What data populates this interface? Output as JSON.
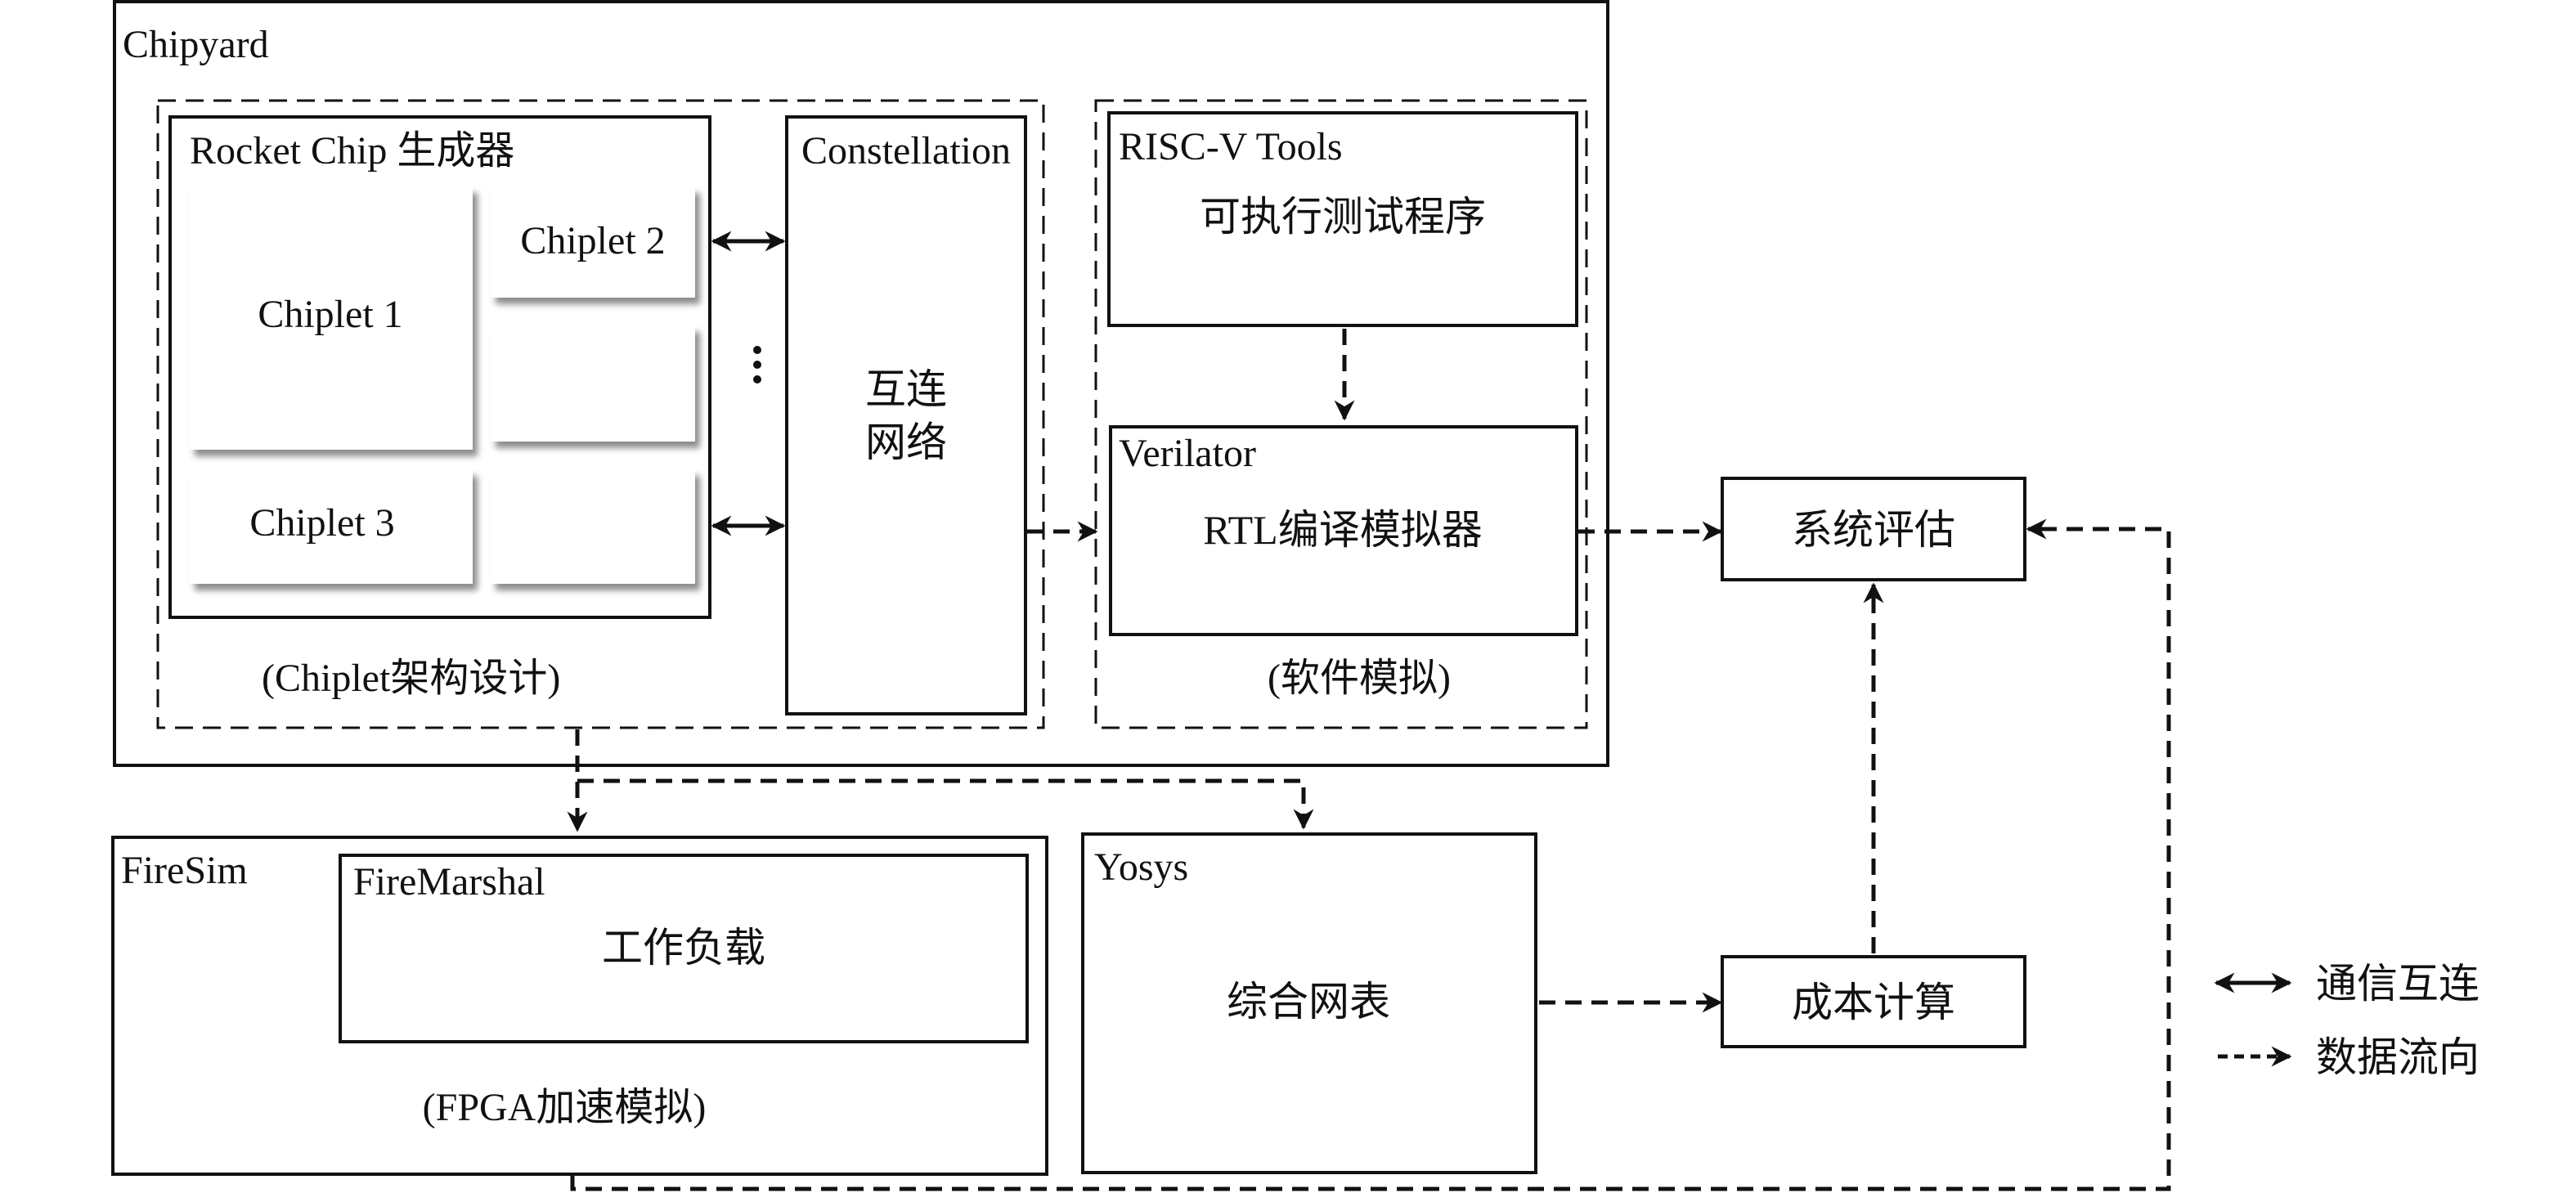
{
  "diagram": {
    "chipyard": {
      "label": "Chipyard",
      "chiplet_design": {
        "caption": "(Chiplet架构设计)",
        "rocket_chip": {
          "label": "Rocket Chip 生成器",
          "chiplets": [
            "Chiplet 1",
            "Chiplet 2",
            "Chiplet 3"
          ]
        },
        "constellation": {
          "label": "Constellation",
          "content_line1": "互连",
          "content_line2": "网络"
        },
        "ellipsis": "⋮"
      },
      "software_sim": {
        "caption": "(软件模拟)",
        "riscv_tools": {
          "label": "RISC-V Tools",
          "content": "可执行测试程序"
        },
        "verilator": {
          "label": "Verilator",
          "content": "RTL编译模拟器"
        }
      }
    },
    "firesim": {
      "label": "FireSim",
      "caption": "(FPGA加速模拟)",
      "firemarshal": {
        "label": "FireMarshal",
        "content": "工作负载"
      }
    },
    "yosys": {
      "label": "Yosys",
      "content": "综合网表"
    },
    "system_eval": {
      "label": "系统评估"
    },
    "cost_calc": {
      "label": "成本计算"
    },
    "legend": {
      "items": [
        {
          "icon": "double-arrow-icon",
          "label": "通信互连"
        },
        {
          "icon": "dashed-arrow-icon",
          "label": "数据流向"
        }
      ]
    }
  }
}
